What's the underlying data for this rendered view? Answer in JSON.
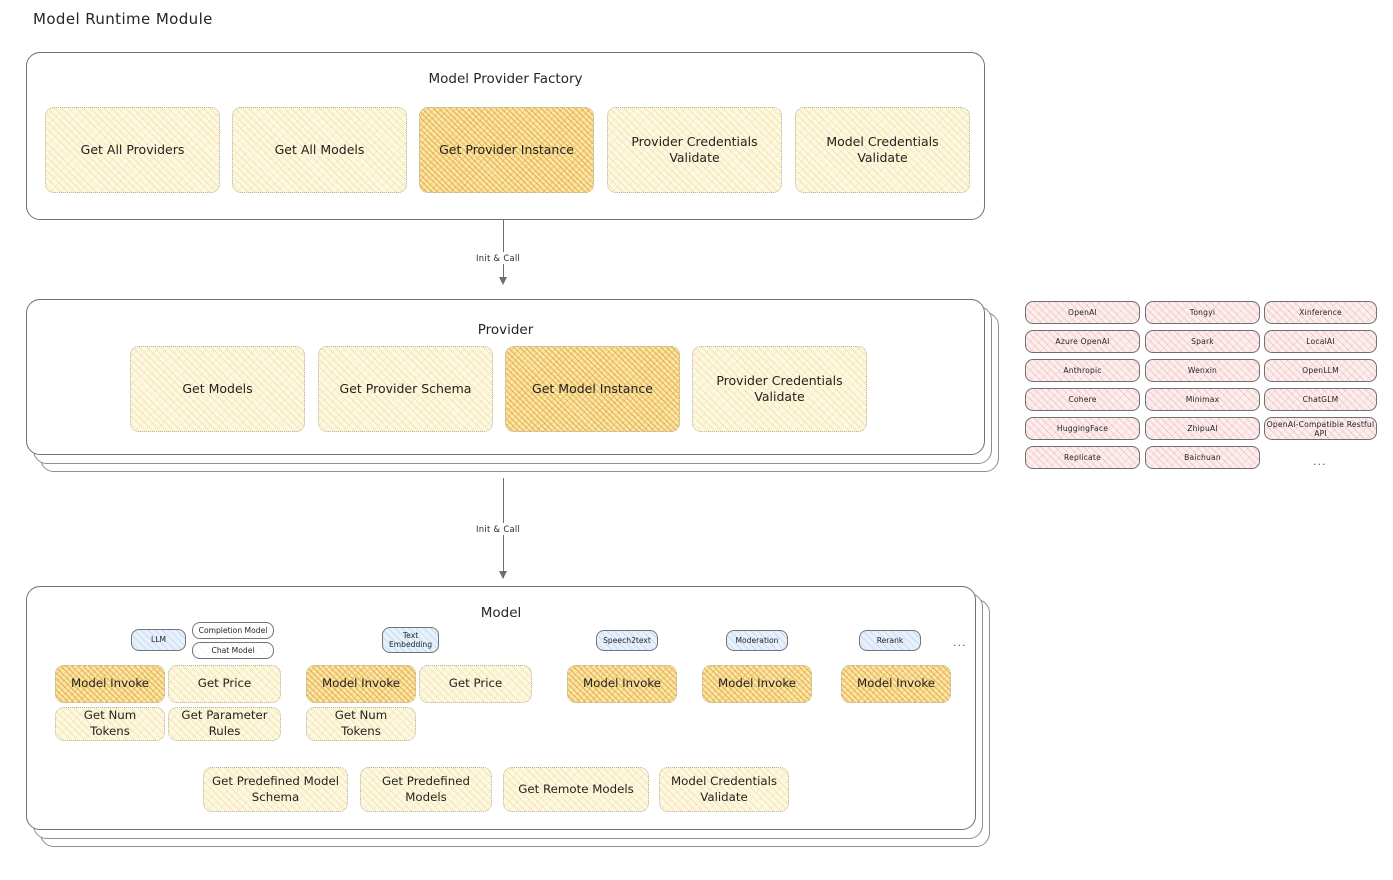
{
  "diagram": {
    "title": "Model Runtime Module",
    "type": "architecture-diagram"
  },
  "sections": {
    "factory": {
      "title": "Model Provider Factory",
      "boxes": [
        {
          "label": "Get All Providers",
          "highlight": false
        },
        {
          "label": "Get All Models",
          "highlight": false
        },
        {
          "label": "Get Provider Instance",
          "highlight": true
        },
        {
          "label": "Provider Credentials Validate",
          "highlight": false
        },
        {
          "label": "Model Credentials Validate",
          "highlight": false
        }
      ]
    },
    "provider": {
      "title": "Provider",
      "boxes": [
        {
          "label": "Get Models",
          "highlight": false
        },
        {
          "label": "Get Provider Schema",
          "highlight": false
        },
        {
          "label": "Get Model Instance",
          "highlight": true
        },
        {
          "label": "Provider Credentials Validate",
          "highlight": false
        }
      ]
    },
    "model": {
      "title": "Model",
      "model_types": [
        {
          "label": "LLM",
          "sub": [
            "Completion Model",
            "Chat Model"
          ]
        },
        {
          "label": "Text Embedding",
          "sub": []
        },
        {
          "label": "Speech2text",
          "sub": []
        },
        {
          "label": "Moderation",
          "sub": []
        },
        {
          "label": "Rerank",
          "sub": []
        }
      ],
      "more_indicator": "...",
      "llm_boxes": [
        {
          "label": "Model Invoke",
          "highlight": true
        },
        {
          "label": "Get Price",
          "highlight": false
        },
        {
          "label": "Get Num Tokens",
          "highlight": false
        },
        {
          "label": "Get Parameter Rules",
          "highlight": false
        }
      ],
      "embedding_boxes": [
        {
          "label": "Model Invoke",
          "highlight": true
        },
        {
          "label": "Get Price",
          "highlight": false
        },
        {
          "label": "Get Num Tokens",
          "highlight": false
        }
      ],
      "speech2text_boxes": [
        {
          "label": "Model Invoke",
          "highlight": true
        }
      ],
      "moderation_boxes": [
        {
          "label": "Model Invoke",
          "highlight": true
        }
      ],
      "rerank_boxes": [
        {
          "label": "Model Invoke",
          "highlight": true
        }
      ],
      "common_boxes": [
        {
          "label": "Get Predefined Model Schema",
          "highlight": false
        },
        {
          "label": "Get Predefined Models",
          "highlight": false
        },
        {
          "label": "Get Remote Models",
          "highlight": false
        },
        {
          "label": "Model Credentials Validate",
          "highlight": false
        }
      ]
    }
  },
  "arrows": [
    {
      "label": "Init & Call",
      "from": "Model Provider Factory",
      "to": "Provider"
    },
    {
      "label": "Init & Call",
      "from": "Provider",
      "to": "Model"
    }
  ],
  "provider_list": {
    "columns": [
      [
        "OpenAI",
        "Azure OpenAI",
        "Anthropic",
        "Cohere",
        "HuggingFace",
        "Replicate"
      ],
      [
        "Tongyi",
        "Spark",
        "Wenxin",
        "Minimax",
        "ZhipuAI",
        "Baichuan"
      ],
      [
        "Xinference",
        "LocalAI",
        "OpenLLM",
        "ChatGLM",
        "OpenAI-Compatible Restful API"
      ]
    ],
    "more_indicator": "..."
  },
  "colors": {
    "highlight_fill": "#fbe6ae",
    "normal_fill": "#fdf8e3",
    "provider_chip_fill": "#fdeeee",
    "badge_active_fill": "#e7f1fb",
    "stroke": "#707076"
  }
}
